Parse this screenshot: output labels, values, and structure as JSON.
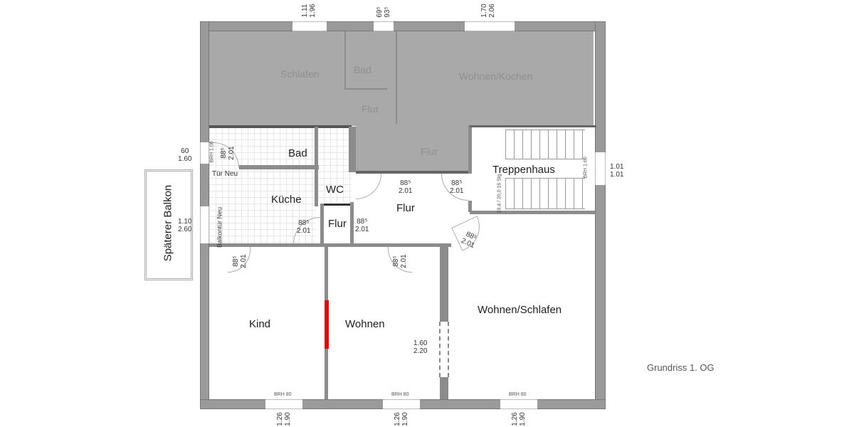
{
  "title": "Grundriss 1. OG",
  "rooms": {
    "schlafen_grey": "Schlafen",
    "bad_grey": "Bad",
    "wohnen_kochen_grey": "Wohnen/Kochen",
    "flur_grey_1": "Flur",
    "flur_grey_2": "Flur",
    "bad": "Bad",
    "kueche": "Küche",
    "wc": "WC",
    "flur_small": "Flur",
    "flur_main": "Flur",
    "treppenhaus": "Treppenhaus",
    "kind": "Kind",
    "wohnen": "Wohnen",
    "wohnen_schlafen": "Wohnen/Schlafen",
    "balkon": "Späterer Balkon"
  },
  "annotations": {
    "tuer_neu": "Tür Neu",
    "balkontuer_neu": "Balkontür Neu",
    "brh_100": "BRH 1.00",
    "brh_160": "BRH 1.60",
    "brh_80": "BRH 80",
    "stair_info": "19,4 / 20,0 16 Stg"
  },
  "dimensions": {
    "top_window_1": [
      "1.11",
      "1.96"
    ],
    "top_window_2": [
      "69⁵",
      "93⁵"
    ],
    "top_window_3": [
      "1.70",
      "2.06"
    ],
    "left_window": [
      "60",
      "1.60"
    ],
    "balcony_door": [
      "1.10",
      "2.60"
    ],
    "right_window": [
      "1.01",
      "1.01"
    ],
    "door_bad": [
      "88⁵",
      "2.01"
    ],
    "door_wc": [
      "88⁵",
      "2.01"
    ],
    "door_stair": [
      "88⁵",
      "2.01"
    ],
    "door_kueche": [
      "88⁵",
      "2.01"
    ],
    "door_flur_small": [
      "88⁵",
      "2.01"
    ],
    "door_ws": [
      "88⁵",
      "2.01"
    ],
    "door_kind": [
      "88⁵",
      "2.01"
    ],
    "door_wohnen": [
      "88⁵",
      "2.01"
    ],
    "sliding_opening": [
      "1.60",
      "2.20"
    ],
    "bottom_window_1": [
      "1.26",
      "1.90"
    ],
    "bottom_window_2": [
      "1.26",
      "1.90"
    ],
    "bottom_window_3": [
      "1.26",
      "1.90"
    ]
  },
  "colors": {
    "wall": "#9a9a9a",
    "existing_area": "#a9a9a9",
    "new_wall_marker": "#d40f0f"
  }
}
